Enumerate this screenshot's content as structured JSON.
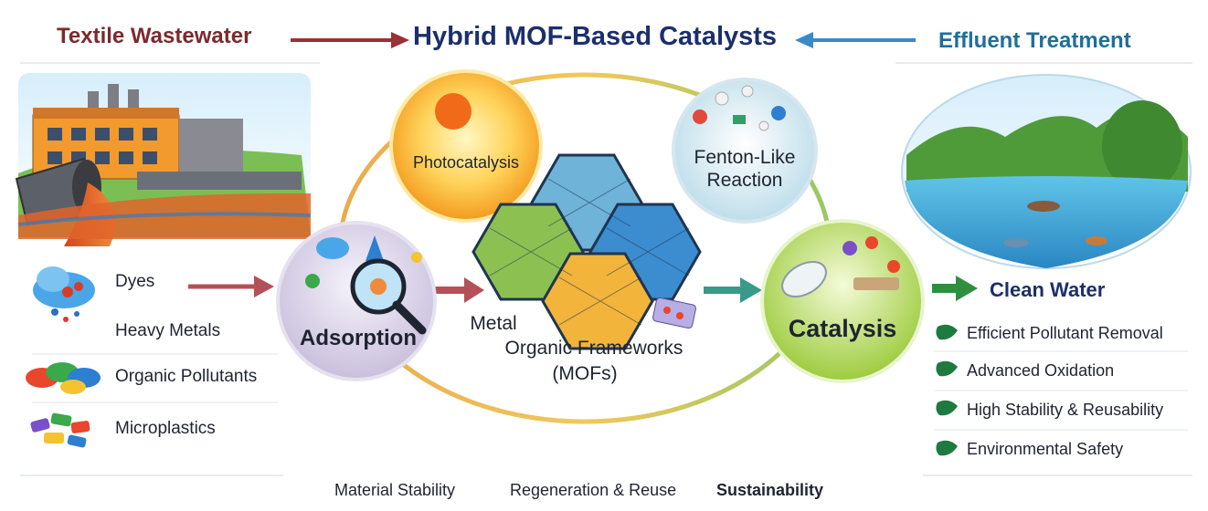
{
  "header": {
    "left": "Textile Wastewater",
    "center": "Hybrid MOF-Based Catalysts",
    "right": "Effluent Treatment"
  },
  "pollutants": [
    "Dyes",
    "Heavy Metals",
    "Organic Pollutants",
    "Microplastics"
  ],
  "center": {
    "photocatalysis": "Photocatalysis",
    "fenton_line1": "Fenton-Like",
    "fenton_line2": "Reaction",
    "adsorption": "Adsorption",
    "catalysis": "Catalysis",
    "mof_line1": "Metal",
    "mof_line2": "Organic Frameworks",
    "mof_line3": "(MOFs)"
  },
  "outcome": {
    "title": "Clean Water",
    "benefits": [
      "Efficient Pollutant Removal",
      "Advanced Oxidation",
      "High Stability & Reusability",
      "Environmental Safety"
    ]
  },
  "footer": [
    "Material Stability",
    "Regeneration & Reuse",
    "Sustainability"
  ],
  "colors": {
    "left_accent": "#7b2a2e",
    "center_accent": "#1b2f6b",
    "right_accent": "#1f6f9a",
    "check_green": "#1f7a3f"
  }
}
